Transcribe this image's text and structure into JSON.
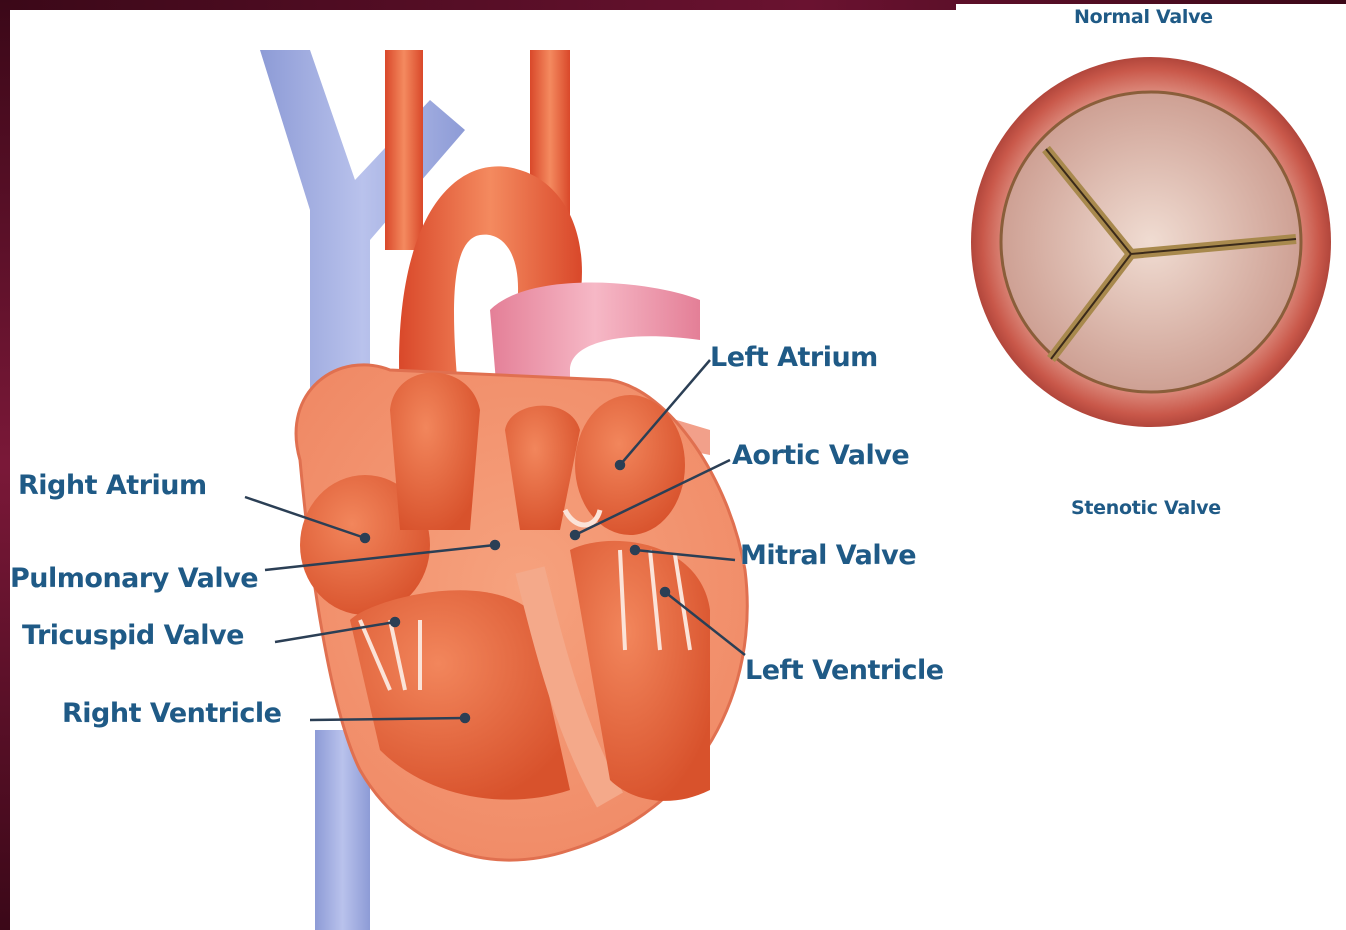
{
  "heart_diagram": {
    "labels": {
      "left_atrium": "Left Atrium",
      "aortic_valve": "Aortic Valve",
      "mitral_valve": "Mitral Valve",
      "left_ventricle": "Left Ventricle",
      "right_atrium": "Right Atrium",
      "pulmonary_valve": "Pulmonary Valve",
      "tricuspid_valve": "Tricuspid Valve",
      "right_ventricle": "Right Ventricle"
    }
  },
  "valve_panel": {
    "normal_title": "Normal Valve",
    "stenotic_title": "Stenotic Valve"
  },
  "colors": {
    "label_text": "#1f5a86",
    "frame": "#4a0d22",
    "muscle": "#e8673f",
    "vein": "#9aa7dc"
  }
}
